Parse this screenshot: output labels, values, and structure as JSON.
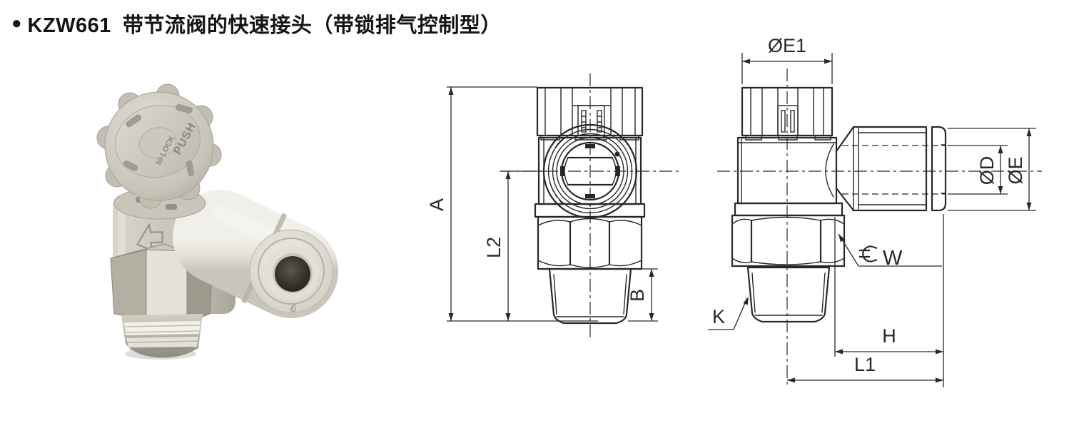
{
  "page": {
    "background": "#ffffff",
    "line_color": "#2b2728"
  },
  "title": {
    "bullet": "●",
    "model": "KZW661",
    "name": "带节流阀的快速接头（带锁排气控制型）"
  },
  "photo": {
    "knob_text_push": "PUSH",
    "knob_text_lock": "to LOCK",
    "port_size_marking": "6"
  },
  "front_view": {
    "labels": {
      "a": "A",
      "l2": "L2",
      "b": "B"
    }
  },
  "side_view": {
    "labels": {
      "e1": "ØE1",
      "d": "ØD",
      "e": "ØE",
      "w": "W",
      "k": "K",
      "h": "H",
      "l1": "L1"
    }
  }
}
